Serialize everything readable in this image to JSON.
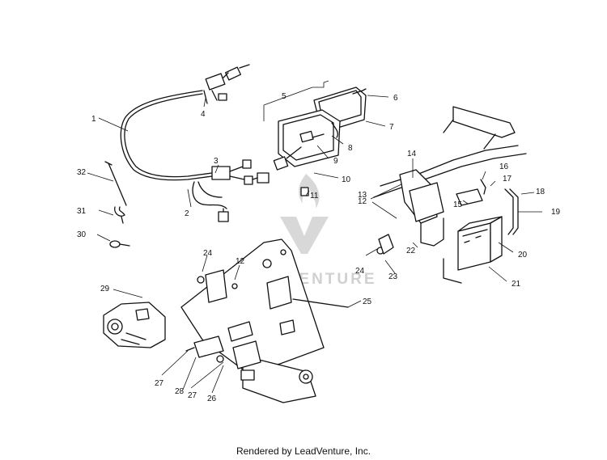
{
  "callouts": [
    {
      "id": "c1",
      "text": "1"
    },
    {
      "id": "c2",
      "text": "2"
    },
    {
      "id": "c3",
      "text": "3"
    },
    {
      "id": "c4",
      "text": "4"
    },
    {
      "id": "c5",
      "text": "5"
    },
    {
      "id": "c6",
      "text": "6"
    },
    {
      "id": "c7",
      "text": "7"
    },
    {
      "id": "c8",
      "text": "8"
    },
    {
      "id": "c9",
      "text": "9"
    },
    {
      "id": "c10",
      "text": "10"
    },
    {
      "id": "c11",
      "text": "11"
    },
    {
      "id": "c12a",
      "text": "12"
    },
    {
      "id": "c12b",
      "text": "12"
    },
    {
      "id": "c13",
      "text": "13"
    },
    {
      "id": "c14",
      "text": "14"
    },
    {
      "id": "c15",
      "text": "15"
    },
    {
      "id": "c16",
      "text": "16"
    },
    {
      "id": "c17",
      "text": "17"
    },
    {
      "id": "c18",
      "text": "18"
    },
    {
      "id": "c19",
      "text": "19"
    },
    {
      "id": "c20",
      "text": "20"
    },
    {
      "id": "c21",
      "text": "21"
    },
    {
      "id": "c22",
      "text": "22"
    },
    {
      "id": "c23",
      "text": "23"
    },
    {
      "id": "c24a",
      "text": "24"
    },
    {
      "id": "c24b",
      "text": "24"
    },
    {
      "id": "c25",
      "text": "25"
    },
    {
      "id": "c26",
      "text": "26"
    },
    {
      "id": "c27a",
      "text": "27"
    },
    {
      "id": "c27b",
      "text": "27"
    },
    {
      "id": "c28",
      "text": "28"
    },
    {
      "id": "c29",
      "text": "29"
    },
    {
      "id": "c30",
      "text": "30"
    },
    {
      "id": "c31",
      "text": "31"
    },
    {
      "id": "c32",
      "text": "32"
    }
  ],
  "watermark": {
    "text": "LEADVENTURE"
  },
  "footer": {
    "text": "Rendered by LeadVenture, Inc."
  }
}
